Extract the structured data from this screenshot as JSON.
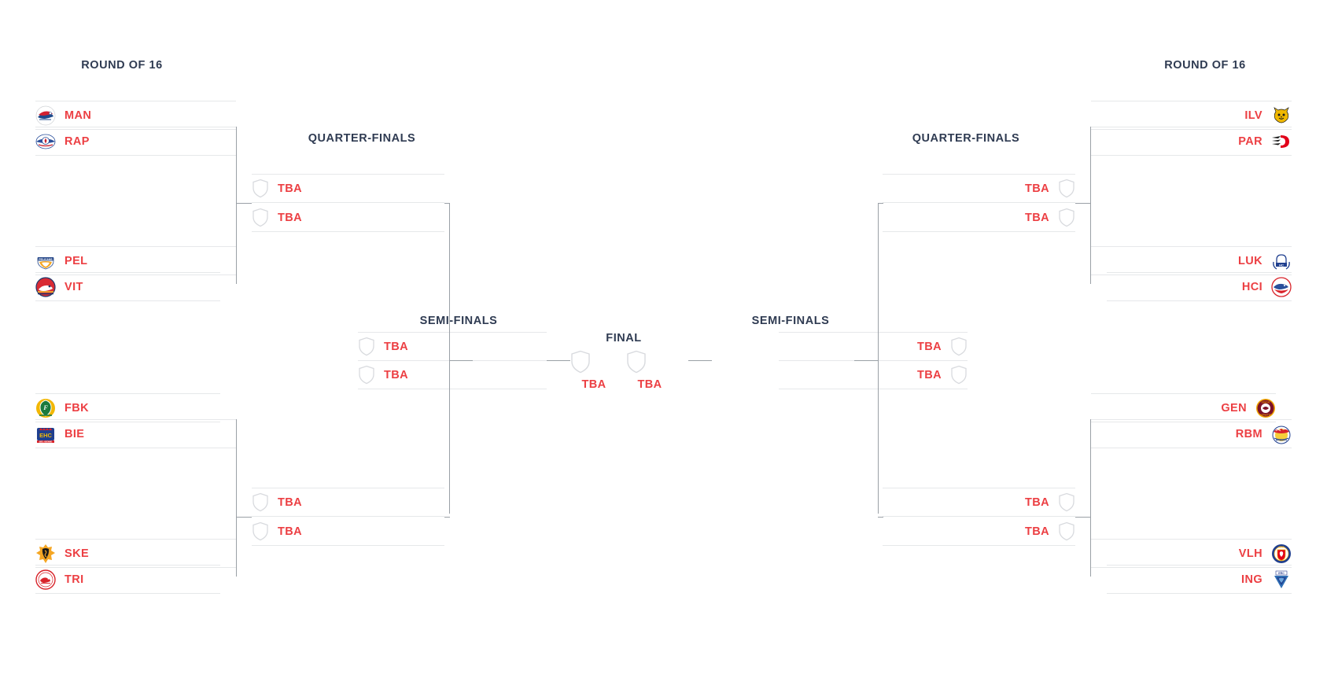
{
  "bracket": {
    "titles": {
      "round_of_16_left": "ROUND OF 16",
      "round_of_16_right": "ROUND OF 16",
      "quarter_finals_left": "QUARTER-FINALS",
      "quarter_finals_right": "QUARTER-FINALS",
      "semi_finals_left": "SEMI-FINALS",
      "semi_finals_right": "SEMI-FINALS",
      "final": "FINAL"
    },
    "colors": {
      "team_code": "#ec3f43",
      "title": "#2f3b52",
      "rule": "#e6e8ea",
      "connector": "#9aa0a6",
      "placeholder_shield": "#d8dade",
      "background": "#ffffff"
    },
    "placeholder_label": "TBA",
    "round_of_16_left": [
      {
        "code": "MAN",
        "crest": "man-crest-icon"
      },
      {
        "code": "RAP",
        "crest": "rap-crest-icon"
      },
      {
        "code": "PEL",
        "crest": "pel-crest-icon"
      },
      {
        "code": "VIT",
        "crest": "vit-crest-icon"
      },
      {
        "code": "FBK",
        "crest": "fbk-crest-icon"
      },
      {
        "code": "BIE",
        "crest": "bie-crest-icon"
      },
      {
        "code": "SKE",
        "crest": "ske-crest-icon"
      },
      {
        "code": "TRI",
        "crest": "tri-crest-icon"
      }
    ],
    "round_of_16_right": [
      {
        "code": "ILV",
        "crest": "ilv-crest-icon"
      },
      {
        "code": "PAR",
        "crest": "par-crest-icon"
      },
      {
        "code": "LUK",
        "crest": "luk-crest-icon"
      },
      {
        "code": "HCI",
        "crest": "hci-crest-icon"
      },
      {
        "code": "GEN",
        "crest": "gen-crest-icon"
      },
      {
        "code": "RBM",
        "crest": "rbm-crest-icon"
      },
      {
        "code": "VLH",
        "crest": "vlh-crest-icon"
      },
      {
        "code": "ING",
        "crest": "ing-crest-icon"
      }
    ],
    "quarter_finals_left": [
      {
        "code": "TBA"
      },
      {
        "code": "TBA"
      },
      {
        "code": "TBA"
      },
      {
        "code": "TBA"
      }
    ],
    "quarter_finals_right": [
      {
        "code": "TBA"
      },
      {
        "code": "TBA"
      },
      {
        "code": "TBA"
      },
      {
        "code": "TBA"
      }
    ],
    "semi_finals_left": [
      {
        "code": "TBA"
      },
      {
        "code": "TBA"
      }
    ],
    "semi_finals_right": [
      {
        "code": "TBA"
      },
      {
        "code": "TBA"
      }
    ],
    "final": [
      {
        "code": "TBA"
      },
      {
        "code": "TBA"
      }
    ]
  }
}
